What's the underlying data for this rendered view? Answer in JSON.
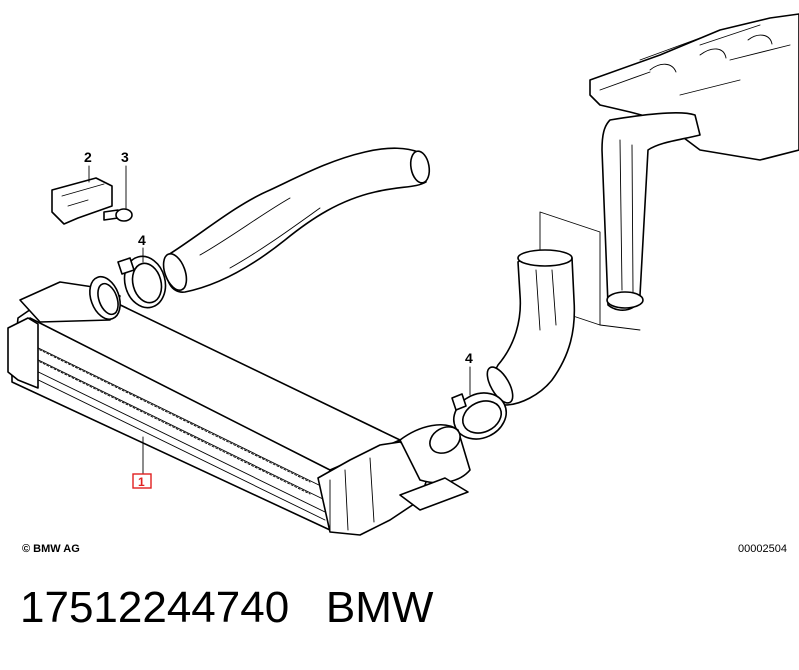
{
  "callouts": {
    "c1": "1",
    "c2": "2",
    "c3": "3",
    "c4a": "4",
    "c4b": "4"
  },
  "copyright": "© BMW AG",
  "diagram_id": "00002504",
  "caption": {
    "part_number": "17512244740",
    "brand": "BMW"
  },
  "colors": {
    "line": "#000000",
    "highlight_box": "#e02020",
    "background": "#ffffff"
  }
}
